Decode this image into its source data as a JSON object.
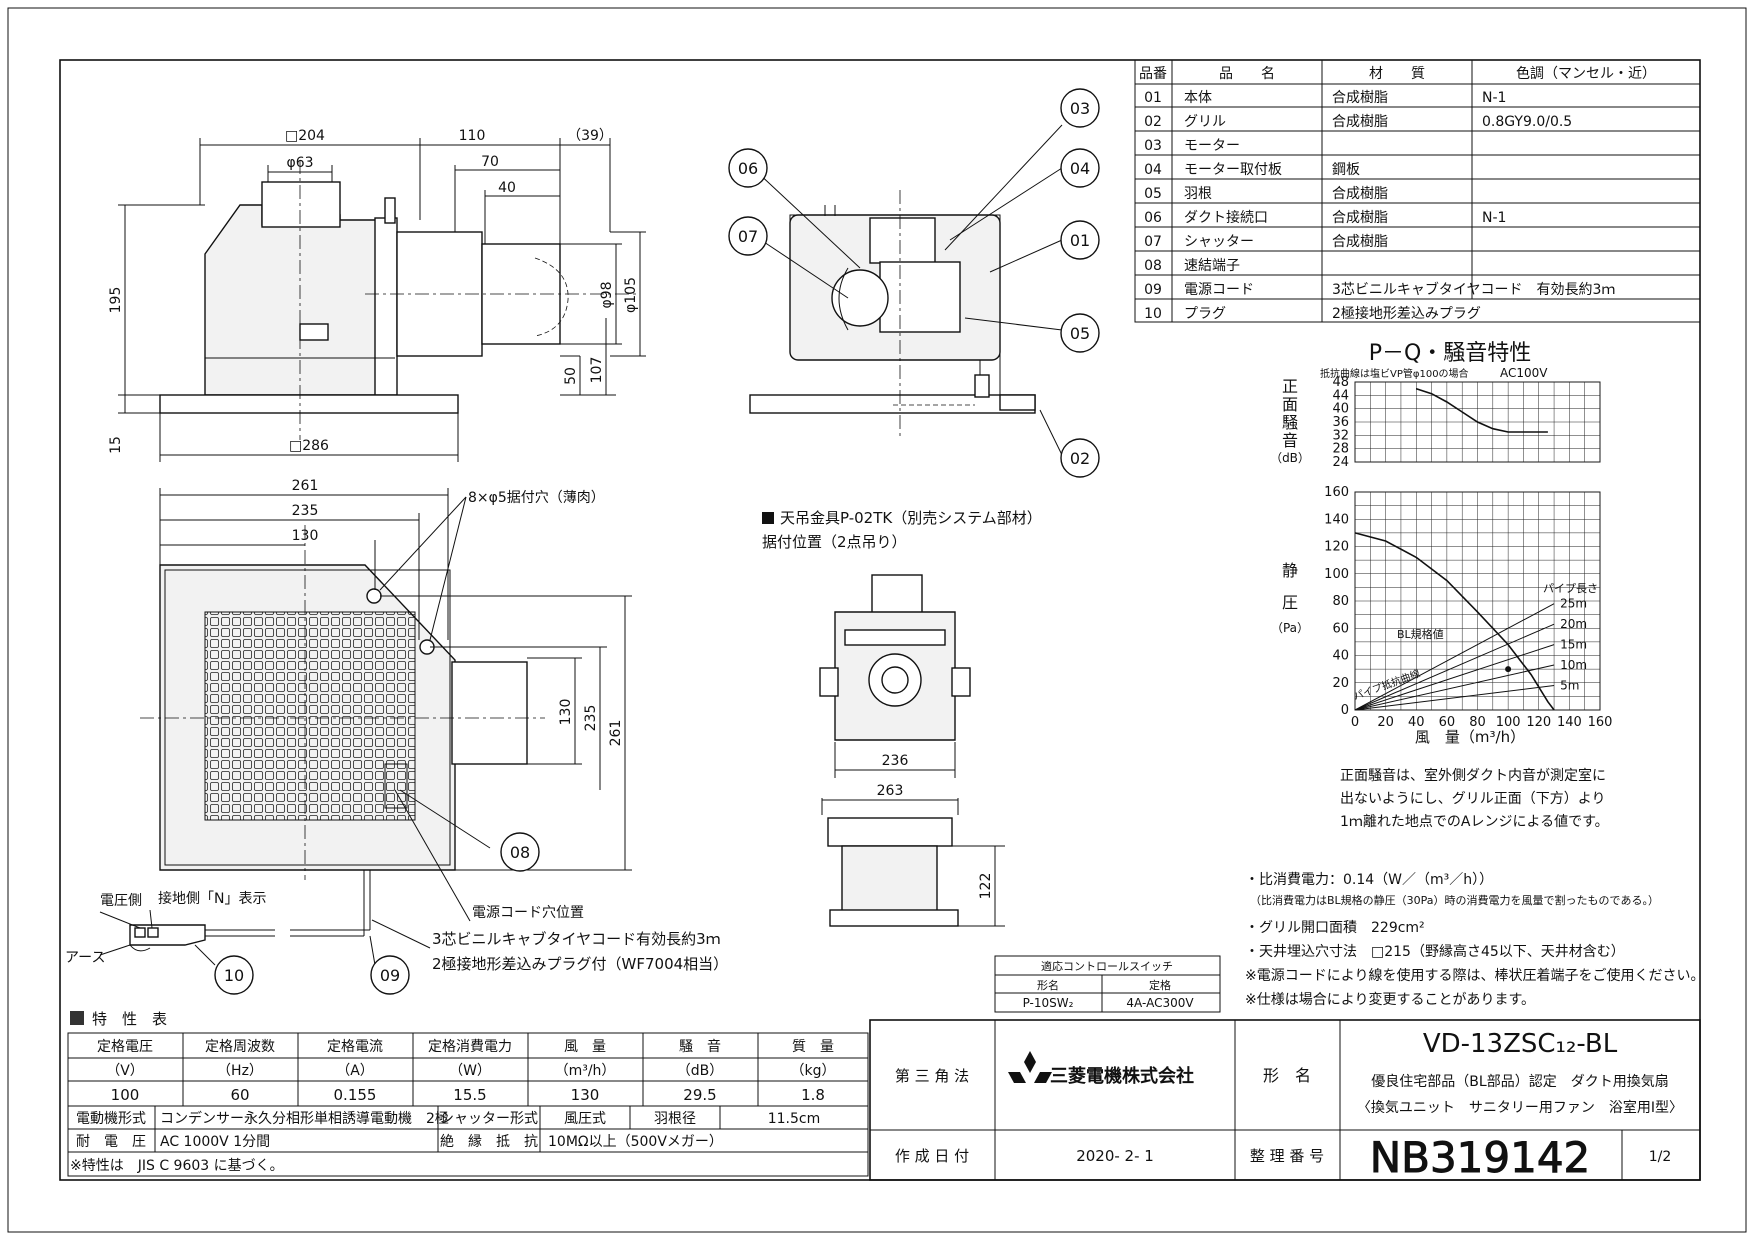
{
  "parts_table": {
    "headers": [
      "品番",
      "品　　名",
      "材　　質",
      "色調（マンセル・近）"
    ],
    "rows": [
      [
        "01",
        "本体",
        "合成樹脂",
        "N-1"
      ],
      [
        "02",
        "グリル",
        "合成樹脂",
        "0.8GY9.0/0.5"
      ],
      [
        "03",
        "モーター",
        "",
        ""
      ],
      [
        "04",
        "モーター取付板",
        "鋼板",
        ""
      ],
      [
        "05",
        "羽根",
        "合成樹脂",
        ""
      ],
      [
        "06",
        "ダクト接続口",
        "合成樹脂",
        "N-1"
      ],
      [
        "07",
        "シャッター",
        "合成樹脂",
        ""
      ],
      [
        "08",
        "速結端子",
        "",
        ""
      ],
      [
        "09",
        "電源コード",
        "3芯ビニルキャブタイヤコード　有効長約3ｍ",
        ""
      ],
      [
        "10",
        "プラグ",
        "2極接地形差込みプラグ",
        ""
      ]
    ]
  },
  "front_view": {
    "dims": {
      "d204": "□204",
      "d110": "110",
      "d39": "（39）",
      "d70": "70",
      "d40": "40",
      "d63": "φ63",
      "d195": "195",
      "d15": "15",
      "d98": "φ98",
      "d105": "φ105",
      "d50": "50",
      "d107": "107",
      "d286": "□286"
    }
  },
  "bottom_view": {
    "dims": {
      "d261": "261",
      "d235": "235",
      "d130": "130",
      "d130v": "130",
      "d235v": "235",
      "d261v": "261"
    },
    "hole_note": "8×φ5据付穴（薄肉）",
    "voltage_side": "電圧側",
    "ground_label": "接地側「N」表示",
    "earth": "アース",
    "cord_hole": "電源コード穴位置",
    "cord_note": "3芯ビニルキャブタイヤコード有効長約3ｍ",
    "plug_note": "2極接地形差込みプラグ付（WF7004相当）"
  },
  "callouts": [
    "01",
    "02",
    "03",
    "04",
    "05",
    "06",
    "07",
    "08",
    "09",
    "10"
  ],
  "hanger": {
    "title": "天吊金具P-02TK（別売システム部材）",
    "subtitle": "据付位置（2点吊り）",
    "d236": "236",
    "d263": "263",
    "d122": "122"
  },
  "chart_data": [
    {
      "type": "line",
      "title": "P－Q・騒音特性",
      "note": "抵抗曲線は塩ビVP管φ100の場合",
      "power": "AC100V",
      "ylabel": "正面騒音",
      "yunit": "（dB）",
      "ylim": [
        24,
        48
      ],
      "yticks": [
        24,
        28,
        32,
        36,
        40,
        44,
        48
      ],
      "xlim": [
        0,
        160
      ],
      "series": [
        {
          "x": [
            40,
            50,
            60,
            70,
            80,
            90,
            100,
            110,
            120,
            126
          ],
          "y": [
            46,
            44.5,
            42,
            39,
            36,
            34,
            33,
            33,
            33,
            33
          ]
        }
      ]
    },
    {
      "type": "line",
      "ylabel": "静圧",
      "yunit": "（Pa）",
      "xlabel": "風　量（m³/h）",
      "ylim": [
        0,
        160
      ],
      "yticks": [
        0,
        20,
        40,
        60,
        80,
        100,
        120,
        140,
        160
      ],
      "xlim": [
        0,
        160
      ],
      "xticks": [
        0,
        20,
        40,
        60,
        80,
        100,
        120,
        140,
        160
      ],
      "pipe_title": "パイプ長さ",
      "bl_label": "BL規格値",
      "resist_label": "パイプ抵抗曲線",
      "series": [
        {
          "name": "",
          "x": [
            0,
            20,
            40,
            60,
            80,
            100,
            115,
            126,
            130
          ],
          "y": [
            130,
            124,
            112,
            95,
            72,
            48,
            26,
            6,
            0
          ]
        },
        {
          "name": "25m",
          "x": [
            0,
            130
          ],
          "y": [
            0,
            78
          ]
        },
        {
          "name": "20m",
          "x": [
            0,
            130
          ],
          "y": [
            0,
            63
          ]
        },
        {
          "name": "15m",
          "x": [
            0,
            130
          ],
          "y": [
            0,
            48
          ]
        },
        {
          "name": "10m",
          "x": [
            0,
            130
          ],
          "y": [
            0,
            33
          ]
        },
        {
          "name": "5m",
          "x": [
            0,
            130
          ],
          "y": [
            0,
            18
          ]
        }
      ],
      "bl_point": {
        "x": 100,
        "y": 30
      }
    }
  ],
  "noise_note": [
    "正面騒音は、室外側ダクト内音が測定室に",
    "出ないようにし、グリル正面（下方）より",
    "1ｍ離れた地点でのAレンジによる値です。"
  ],
  "notes": [
    "・比消費電力：0.14（W／（m³／h））",
    "（比消費電力はBL規格の静圧（30Pa）時の消費電力を風量で割ったものである。）",
    "・グリル開口面積　229cm²",
    "・天井埋込穴寸法　□215（野縁高さ45以下、天井材含む）",
    "※電源コードにより線を使用する際は、棒状圧着端子をご使用ください。",
    "※仕様は場合により変更することがあります。"
  ],
  "switch_table": {
    "title": "適応コントロールスイッチ",
    "col1": "形名",
    "col2": "定格",
    "v1": "P-10SW₂",
    "v2": "4A-AC300V"
  },
  "spec": {
    "title": "特　性　表",
    "headers": [
      "定格電圧",
      "定格周波数",
      "定格電流",
      "定格消費電力",
      "風　量",
      "騒　音",
      "質　量"
    ],
    "units": [
      "（V）",
      "（Hz）",
      "（A）",
      "（W）",
      "（m³/h）",
      "（dB）",
      "（kg）"
    ],
    "values": [
      "100",
      "60",
      "0.155",
      "15.5",
      "130",
      "29.5",
      "1.8"
    ],
    "motor_label": "電動機形式",
    "motor_value": "コンデンサー永久分相形単相誘導電動機　2極",
    "shutter_label": "シャッター形式",
    "shutter_value": "風圧式",
    "blade_label": "羽根径",
    "blade_value": "11.5cm",
    "voltage_label": "耐　電　圧",
    "voltage_value": "AC 1000V 1分間",
    "insul_label": "絶　縁　抵　抗",
    "insul_value": "10MΩ以上（500Vメガー）",
    "footnote": "※特性は　JIS C 9603 に基づく。"
  },
  "title_block": {
    "projection": "第 三 角 法",
    "company": "三菱電機株式会社",
    "model_label": "形　名",
    "model": "VD-13ZSC₁₂-BL",
    "desc1": "優良住宅部品（BL部品）認定　ダクト用換気扇",
    "desc2": "〈換気ユニット　サニタリー用ファン　浴室用Ⅰ型〉",
    "date_label": "作 成 日 付",
    "date": "2020- 2- 1",
    "number_label": "整 理 番 号",
    "number": "NB319142",
    "page": "1/2"
  }
}
